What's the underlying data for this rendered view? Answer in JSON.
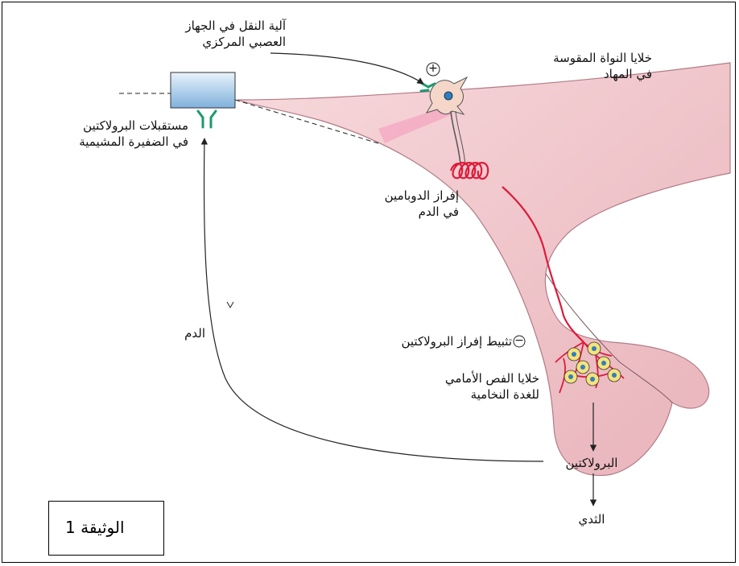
{
  "labels": {
    "cns_transport_line1": "آلية النقل في الجهاز",
    "cns_transport_line2": "العصبي المركزي",
    "arcuate_line1": "خلايا النواة المقوسة",
    "arcuate_line2": "في المهاد",
    "receptors_line1": "مستقبلات البرولاكتين",
    "receptors_line2": "في الضفيرة المشيمية",
    "dopamine_line1": "إفراز الدوبامين",
    "dopamine_line2": "في الدم",
    "blood": "الدم",
    "inhibition": "تثبيط إفراز البرولاكتين",
    "pituitary_line1": "خلايا الفص الأمامي",
    "pituitary_line2": "للغدة النخامية",
    "prolactin": "البرولاكتين",
    "breast": "الثدي",
    "plus_sign": "+",
    "minus_sign": "−"
  },
  "document_label": "الوثيقة 1",
  "colors": {
    "tissue": "#f2c4c8",
    "tissue_edge": "#b07c86",
    "nerve": "#e0193a",
    "receptor": "#1a9a6e",
    "box_fill": "#a8cdea"
  }
}
